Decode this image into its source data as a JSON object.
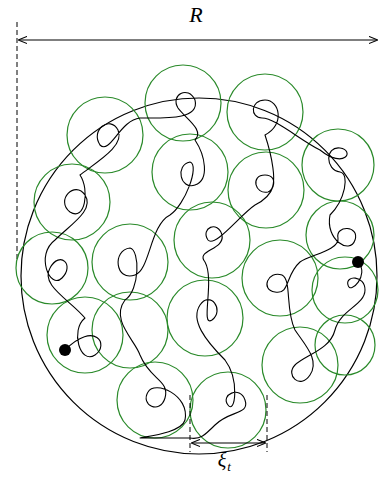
{
  "diagram": {
    "labels": [
      "R",
      "ξ",
      "t"
    ]
  }
}
